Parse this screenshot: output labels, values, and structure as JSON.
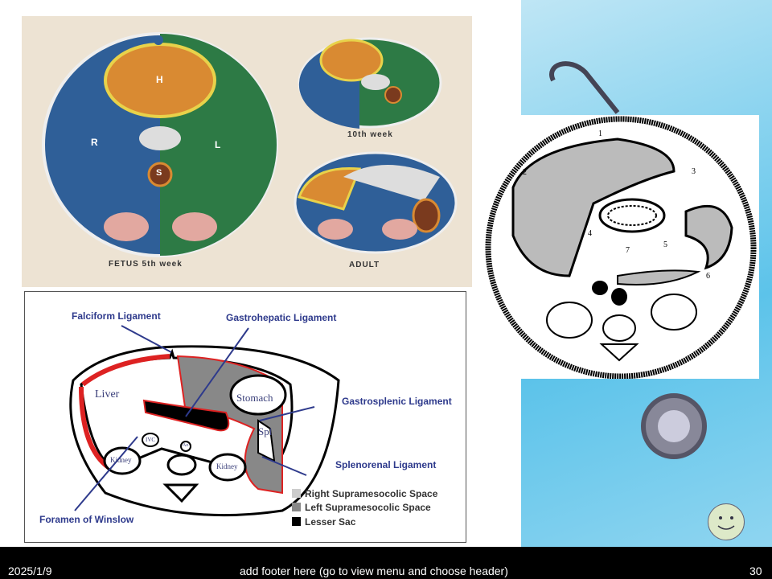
{
  "top_figure": {
    "labels": {
      "heart": "H",
      "right": "R",
      "left": "L",
      "spleen": "S",
      "fetus_caption": "FETUS  5th week",
      "week10_caption": "10th week",
      "adult_caption": "ADULT"
    }
  },
  "bottom_figure": {
    "callouts": [
      "Falciform Ligament",
      "Gastrohepatic Ligament",
      "Gastrosplenic Ligament",
      "Splenorenal Ligament",
      "Foramen of Winslow"
    ],
    "organs": {
      "liver": "Liver",
      "stomach": "Stomach",
      "spleen": "Spl",
      "ivc": "IVC",
      "aorta": "Ao",
      "kidney_left": "Kidney",
      "kidney_right": "Kidney"
    },
    "legend": [
      {
        "label": "Right Supramesocolic Space",
        "color": "#cccccc"
      },
      {
        "label": "Left Supramesocolic Space",
        "color": "#888888"
      },
      {
        "label": "Lesser Sac",
        "color": "#000000"
      }
    ]
  },
  "ct_figure": {
    "numbers": [
      "1",
      "2",
      "3",
      "4",
      "5",
      "6",
      "7"
    ]
  },
  "footer": {
    "date": "2025/1/9",
    "text": "add footer here (go to view menu and choose header)",
    "page": "30"
  }
}
